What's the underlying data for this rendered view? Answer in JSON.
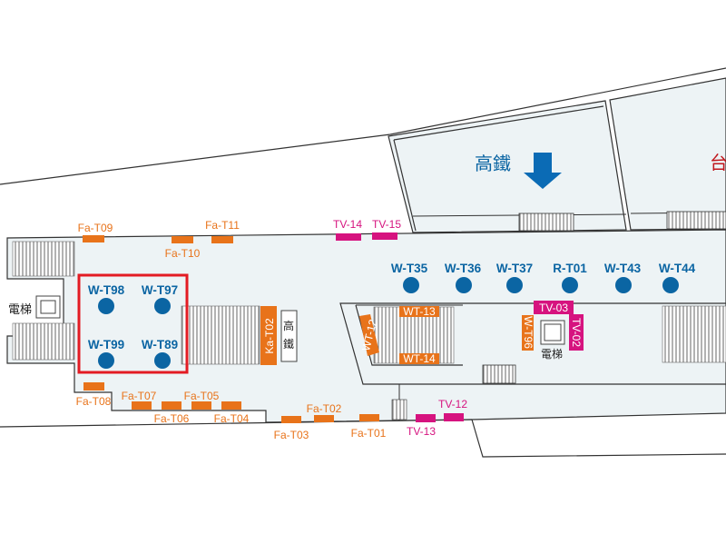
{
  "map": {
    "colors": {
      "floor": "#edf3f5",
      "shop_orange": "#e8731a",
      "shop_magenta": "#d6137f",
      "poi_blue": "#0b65a3",
      "highlight_red": "#e31b23",
      "station_red": "#c0171d"
    },
    "top_area": {
      "hsr_label": "高鐵",
      "hsr_arrow_icon": "arrow-down-icon",
      "tra_label_partial": "台"
    },
    "elevator_label": "電梯",
    "hsr_sign": "高鐵",
    "highlight_box": {
      "contains": [
        "W-T98",
        "W-T97",
        "W-T99",
        "W-T89"
      ]
    },
    "blue_points": {
      "w_t98": "W-T98",
      "w_t97": "W-T97",
      "w_t99": "W-T99",
      "w_t89": "W-T89",
      "w_t35": "W-T35",
      "w_t36": "W-T36",
      "w_t37": "W-T37",
      "r_t01": "R-T01",
      "w_t43": "W-T43",
      "w_t44": "W-T44"
    },
    "orange_shops": {
      "fa_t01": "Fa-T01",
      "fa_t02": "Fa-T02",
      "fa_t03": "Fa-T03",
      "fa_t04": "Fa-T04",
      "fa_t05": "Fa-T05",
      "fa_t06": "Fa-T06",
      "fa_t07": "Fa-T07",
      "fa_t08": "Fa-T08",
      "fa_t09": "Fa-T09",
      "fa_t10": "Fa-T10",
      "fa_t11": "Fa-T11",
      "ka_t02": "Ka-T02",
      "wt_12": "WT-12",
      "wt_13": "WT-13",
      "wt_14": "WT-14",
      "w_t96": "W-T96"
    },
    "magenta_shops": {
      "tv_02": "TV-02",
      "tv_03": "TV-03",
      "tv_12": "TV-12",
      "tv_13": "TV-13",
      "tv_14": "TV-14",
      "tv_15": "TV-15"
    }
  }
}
